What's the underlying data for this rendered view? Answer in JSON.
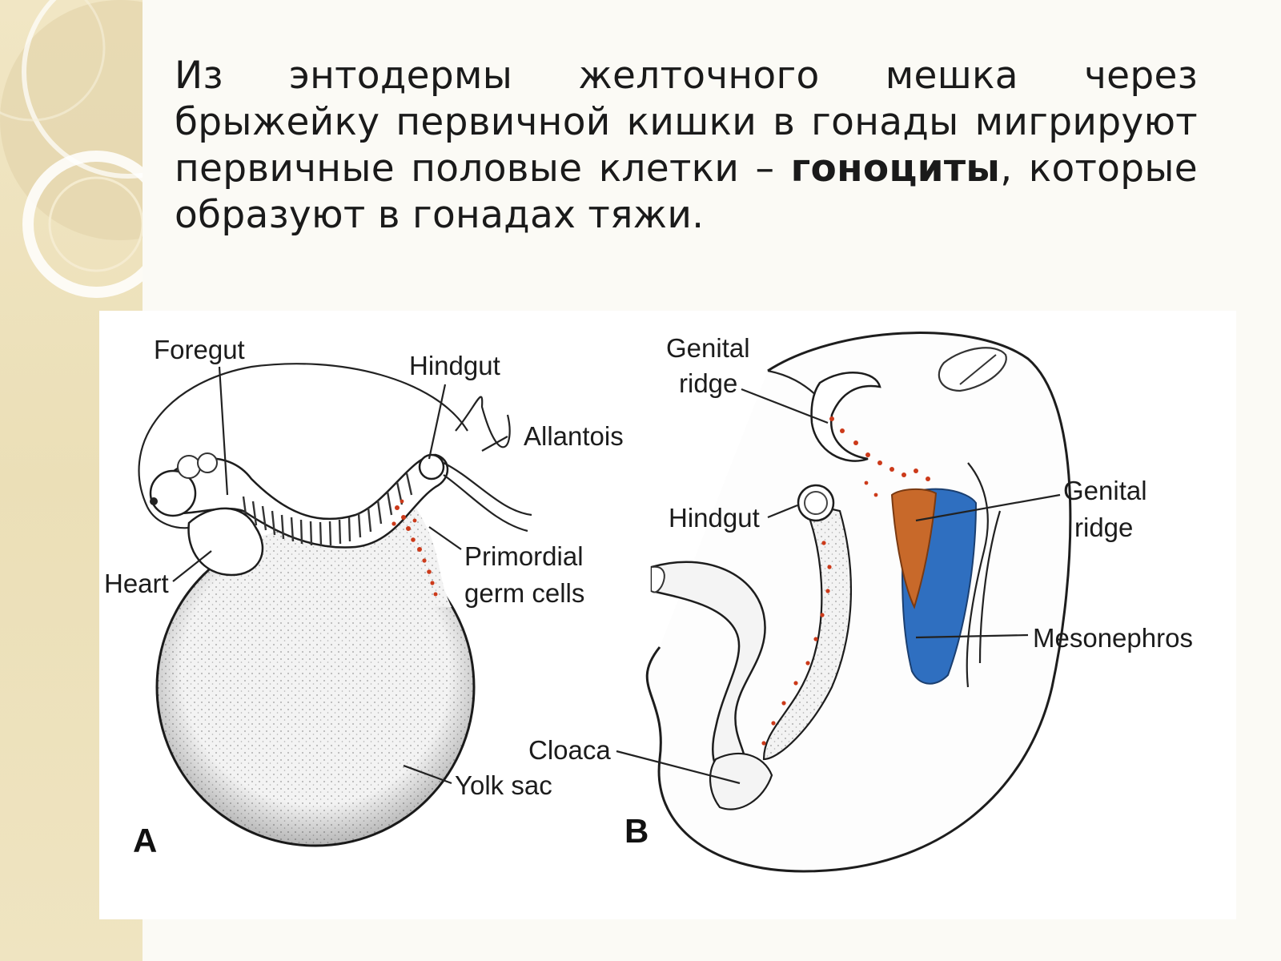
{
  "slide": {
    "text_regular_1": "Из энтодермы желточного мешка через брыжейку первичной кишки в гонады мигрируют первичные половые клетки – ",
    "text_bold": "гоноциты",
    "text_regular_2": ", которые образуют в гонадах тяжи."
  },
  "figure": {
    "panel_a": {
      "letter": "A",
      "labels": {
        "foregut": "Foregut",
        "hindgut": "Hindgut",
        "allantois": "Allantois",
        "primordial_1": "Primordial",
        "primordial_2": "germ cells",
        "heart": "Heart",
        "yolk_sac": "Yolk sac"
      }
    },
    "panel_b": {
      "letter": "B",
      "labels": {
        "genital_ridge_top_1": "Genital",
        "genital_ridge_top_2": "ridge",
        "hindgut": "Hindgut",
        "genital_ridge_right_1": "Genital",
        "genital_ridge_right_2": "ridge",
        "mesonephros": "Mesonephros",
        "cloaca": "Cloaca"
      }
    },
    "colors": {
      "germ_cells": "#cc3a1a",
      "genital_ridge": "#c8692a",
      "mesonephros": "#2f6fc0",
      "yolk_fill": "#ececec"
    }
  }
}
